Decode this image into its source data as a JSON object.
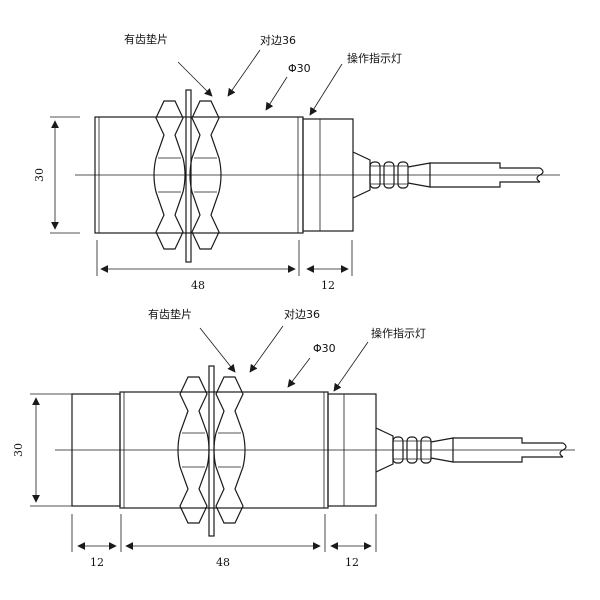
{
  "top": {
    "label_washer": "有齿垫片",
    "label_across_flats": "对边36",
    "label_diameter": "Φ30",
    "label_indicator": "操作指示灯",
    "dim_height": "30",
    "dim_body": "48",
    "dim_cap": "12"
  },
  "bottom": {
    "label_washer": "有齿垫片",
    "label_across_flats": "对边36",
    "label_diameter": "Φ30",
    "label_indicator": "操作指示灯",
    "dim_height": "30",
    "dim_left": "12",
    "dim_body": "48",
    "dim_cap": "12"
  }
}
